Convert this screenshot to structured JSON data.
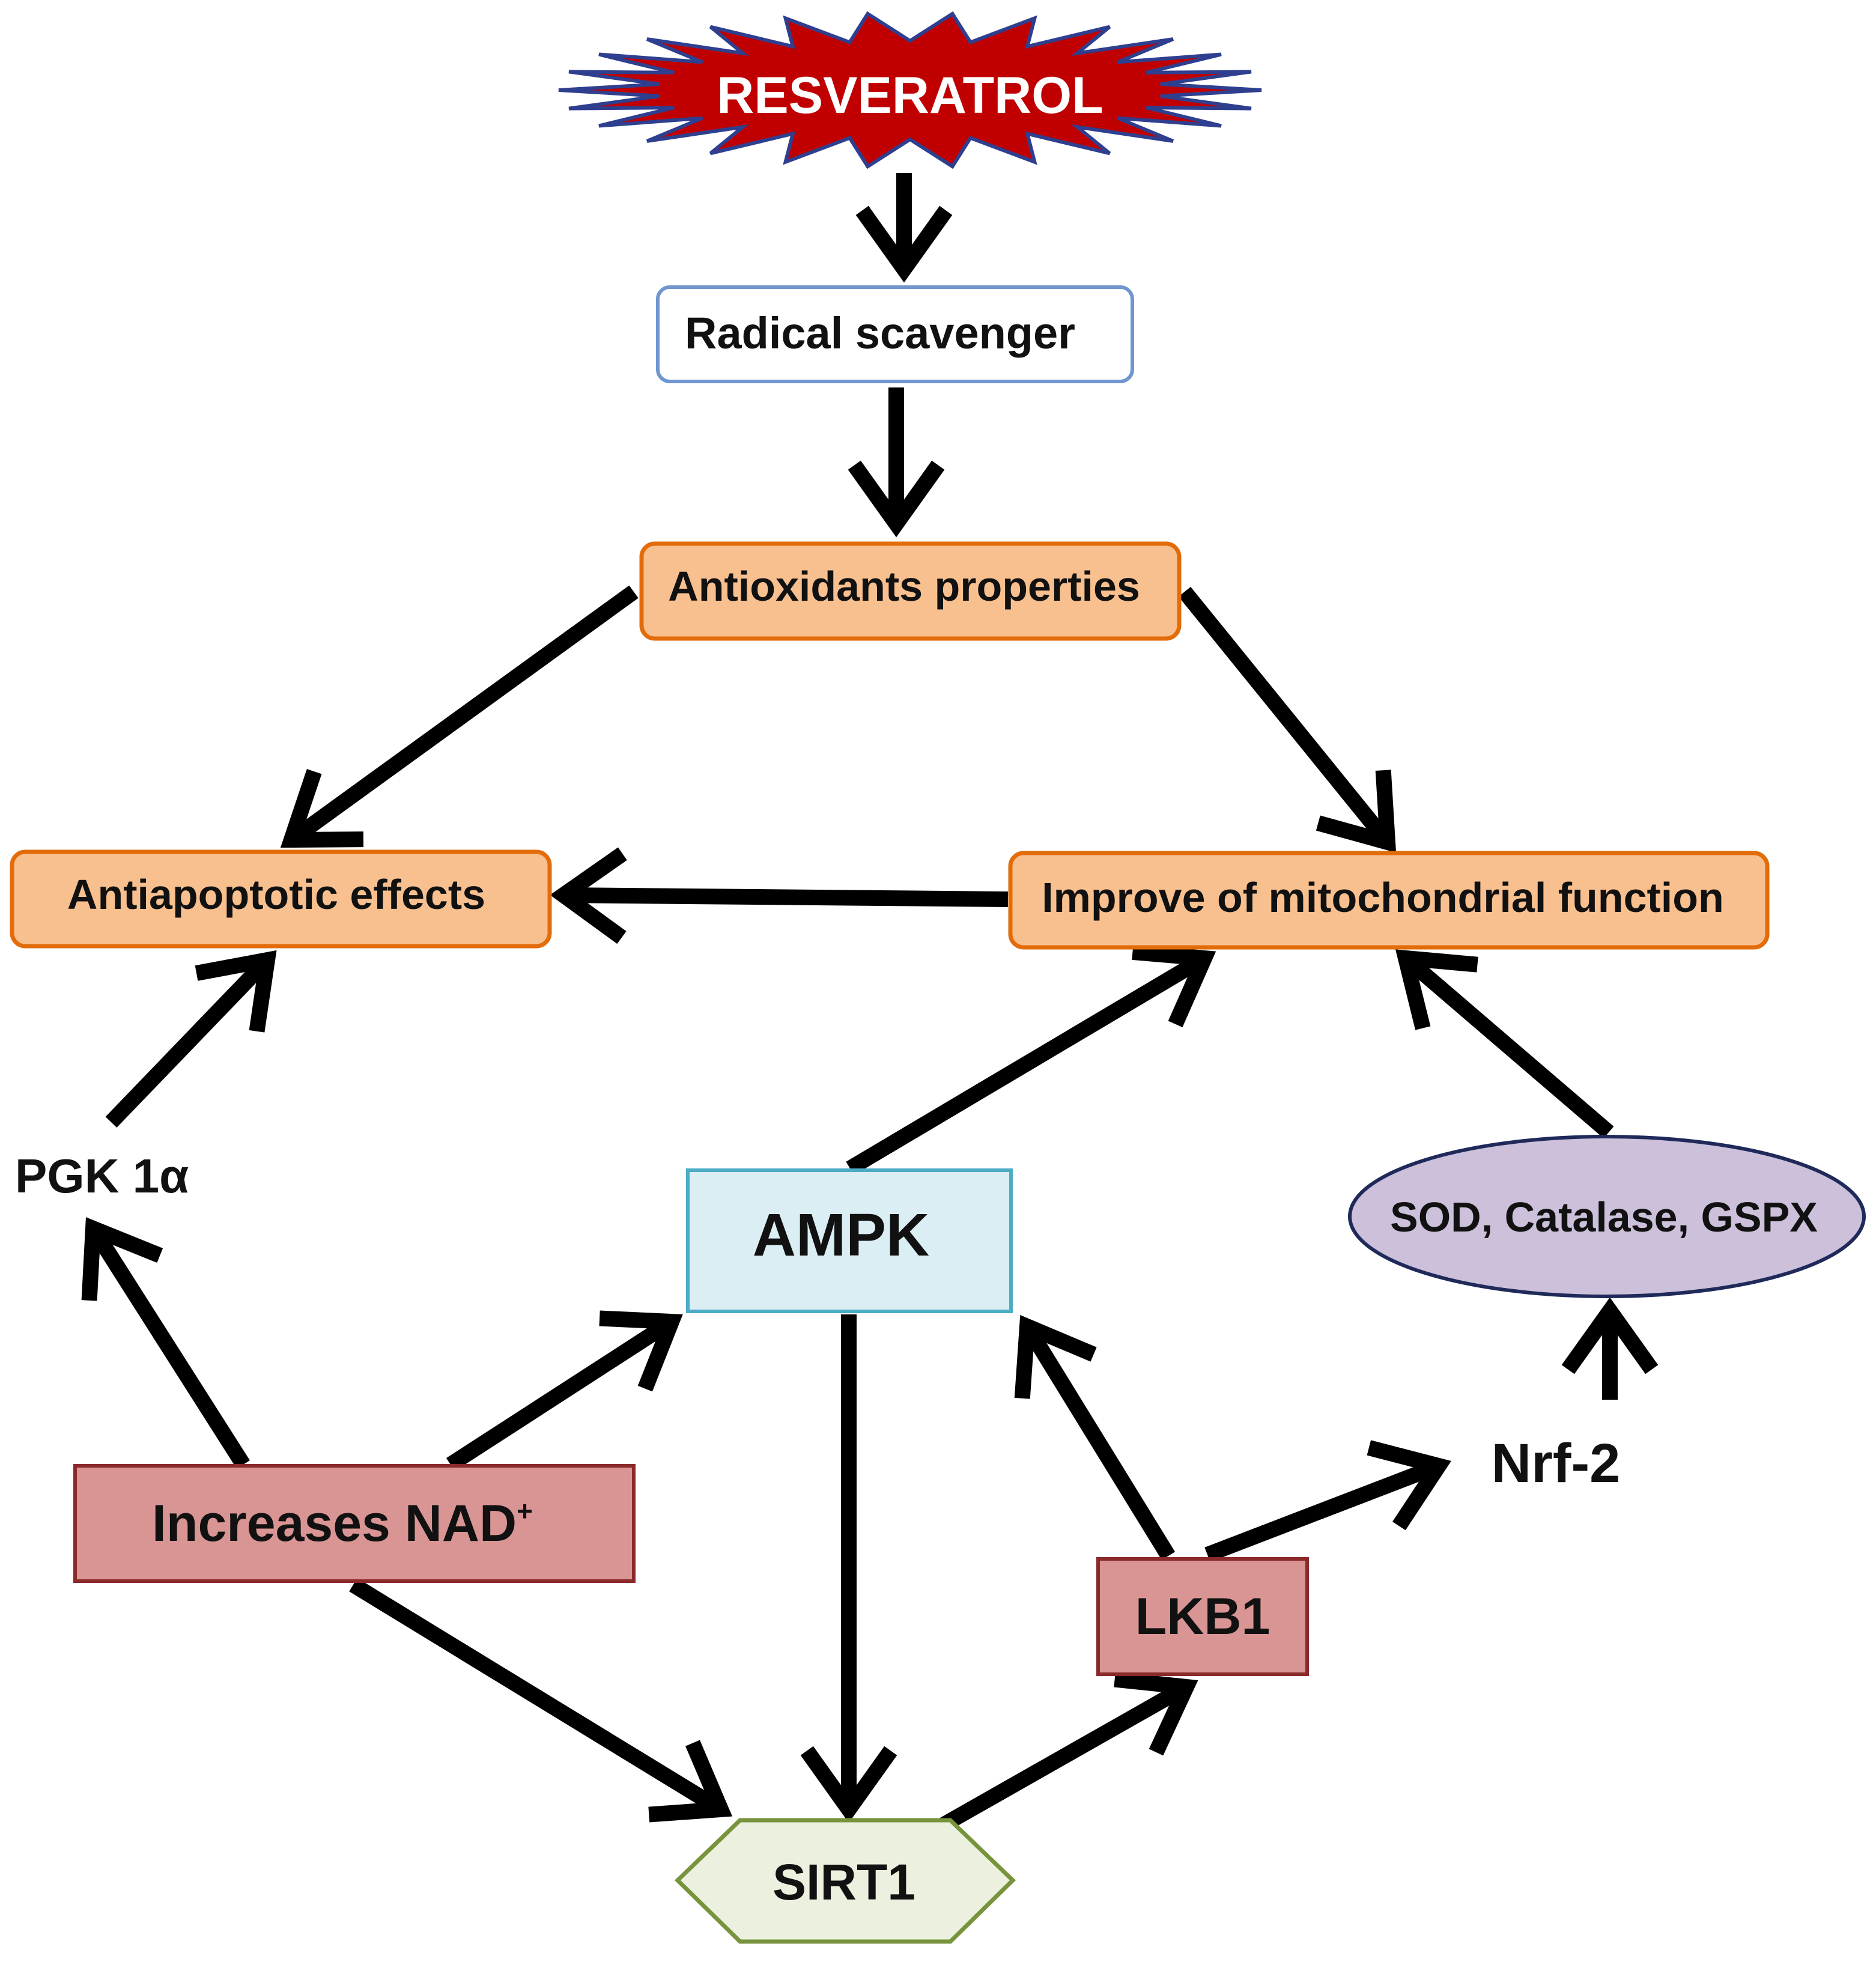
{
  "nodes": {
    "resveratrol": {
      "label": "RESVERATROL",
      "fill": "#c00000",
      "stroke": "#2f3f8f"
    },
    "radical_scavenger": {
      "label": "Radical scavenger",
      "fill": "#ffffff",
      "stroke": "#6f96cf"
    },
    "antioxidants": {
      "label": "Antioxidants properties",
      "fill": "#f9c08f",
      "stroke": "#e36c0a"
    },
    "antiapoptotic": {
      "label": "Antiapoptotic effects",
      "fill": "#f9c08f",
      "stroke": "#e36c0a"
    },
    "mitochondrial": {
      "label": "Improve of mitochondrial function",
      "fill": "#f9c08f",
      "stroke": "#e36c0a"
    },
    "pgk": {
      "label": "PGK 1α"
    },
    "ampk": {
      "label": "AMPK",
      "fill": "#dbeef4",
      "stroke": "#4bacc6"
    },
    "sod": {
      "label": "SOD, Catalase, GSPX",
      "fill": "#ccc0da",
      "stroke": "#1f2a5a"
    },
    "nad": {
      "label": "Increases NAD",
      "superscript": "+",
      "fill": "#d99594",
      "stroke": "#8a2a2a"
    },
    "lkb1": {
      "label": "LKB1",
      "fill": "#d99594",
      "stroke": "#8a2a2a"
    },
    "nrf2": {
      "label": "Nrf-2"
    },
    "sirt1": {
      "label": "SIRT1",
      "fill": "#ebf1de",
      "stroke": "#77933c"
    }
  },
  "edges": [
    {
      "from": "resveratrol",
      "to": "radical_scavenger"
    },
    {
      "from": "radical_scavenger",
      "to": "antioxidants"
    },
    {
      "from": "antioxidants",
      "to": "antiapoptotic"
    },
    {
      "from": "antioxidants",
      "to": "mitochondrial"
    },
    {
      "from": "mitochondrial",
      "to": "antiapoptotic"
    },
    {
      "from": "pgk",
      "to": "antiapoptotic"
    },
    {
      "from": "ampk",
      "to": "mitochondrial"
    },
    {
      "from": "sod",
      "to": "mitochondrial"
    },
    {
      "from": "nad",
      "to": "pgk"
    },
    {
      "from": "nad",
      "to": "ampk"
    },
    {
      "from": "nad",
      "to": "sirt1"
    },
    {
      "from": "ampk",
      "to": "sirt1"
    },
    {
      "from": "sirt1",
      "to": "lkb1"
    },
    {
      "from": "lkb1",
      "to": "ampk"
    },
    {
      "from": "lkb1",
      "to": "nrf2"
    },
    {
      "from": "nrf2",
      "to": "sod"
    }
  ],
  "arrow_color": "#000000"
}
